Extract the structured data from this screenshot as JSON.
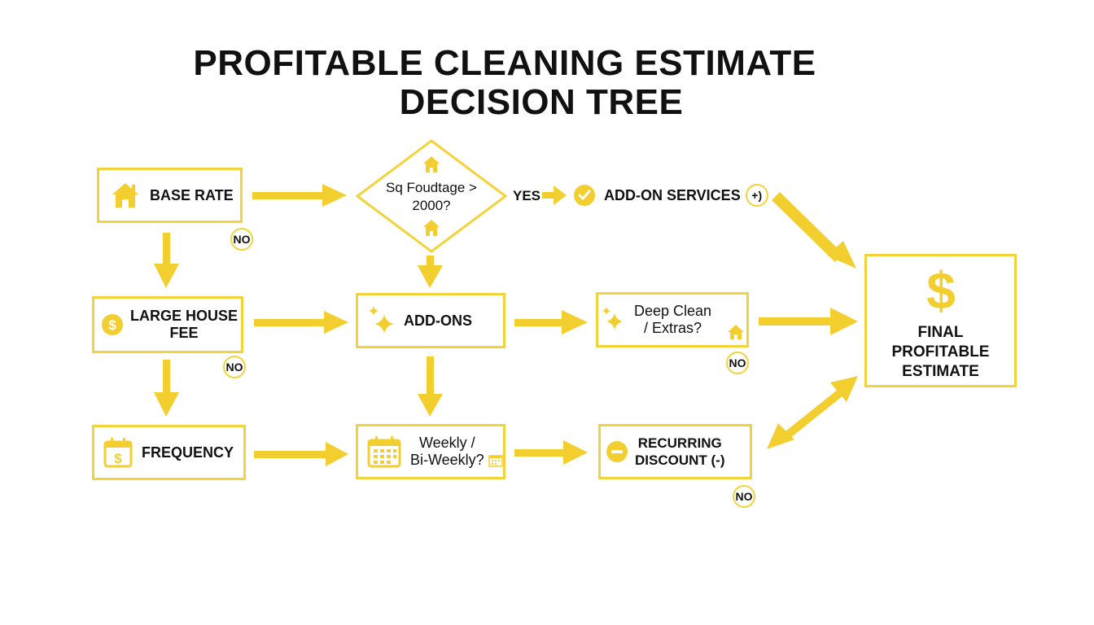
{
  "title": {
    "line1": "PROFITABLE CLEANING ESTIMATE",
    "line2": "DECISION TREE"
  },
  "nodes": {
    "base_rate": "BASE RATE",
    "sq_footage_question": "Sq Foudtage >\n2000?",
    "add_on_services": "ADD-ON SERVICES",
    "add_on_services_suffix": "+)",
    "large_house_fee": "LARGE HOUSE\nFEE",
    "add_ons": "ADD-ONS",
    "deep_clean_question": "Deep Clean\n/ Extras?",
    "final_estimate": "FINAL\nPROFITABLE\nESTIMATE",
    "frequency": "FREQUENCY",
    "weekly_question": "Weekly /\nBi-Weekly?",
    "recurring_discount": "RECURRING\nDISCOUNT (-)"
  },
  "labels": {
    "yes": "YES",
    "no": "NO"
  },
  "colors": {
    "accent": "#F2D33B",
    "arrow": "#F2CF2E",
    "text": "#111111"
  }
}
